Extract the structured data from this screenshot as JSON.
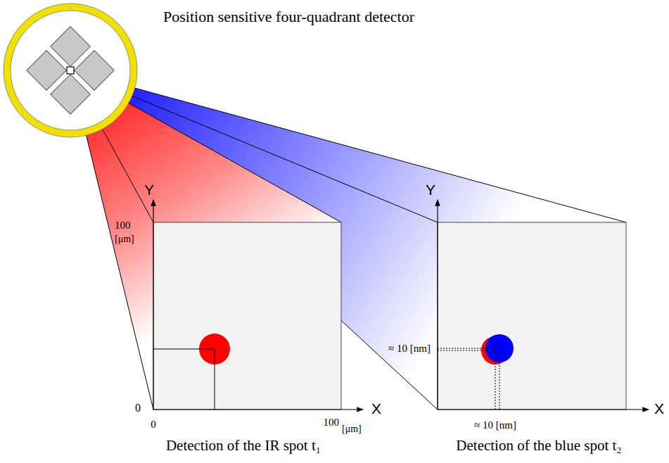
{
  "diagram": {
    "title": "Position sensitive four-quadrant detector",
    "labels": [
      "Y",
      "100",
      "[μm]",
      "0",
      "0",
      "100",
      "[μm]",
      "X",
      "Y",
      "≈ 10 [nm]",
      "≈ 10 [nm]",
      "X",
      "Detection of the IR spot t₁",
      "Detection of the blue spot t₂"
    ]
  }
}
